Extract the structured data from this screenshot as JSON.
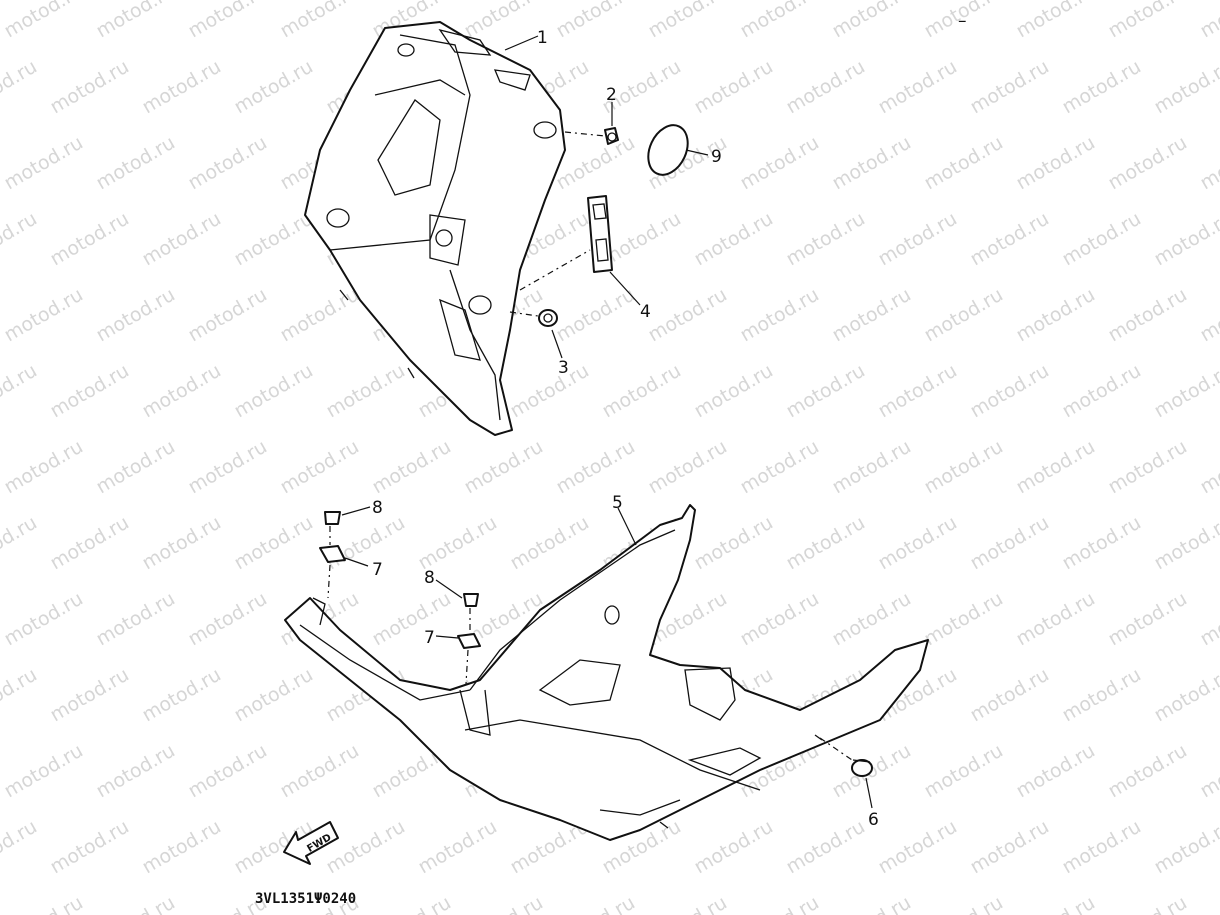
{
  "watermark_text": "motod.ru",
  "drawing_code": "3VL1351Ψ0240",
  "fwd_label": "FWD",
  "corner_mark": "–",
  "callouts": {
    "c1": "1",
    "c2": "2",
    "c3": "3",
    "c4": "4",
    "c5": "5",
    "c6": "6",
    "c7a": "7",
    "c7b": "7",
    "c8a": "8",
    "c8b": "8",
    "c9": "9"
  }
}
